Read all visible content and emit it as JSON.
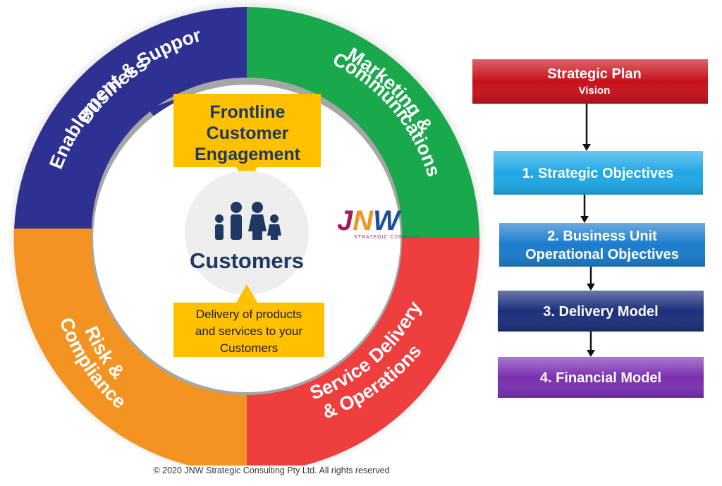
{
  "wheel": {
    "segments": [
      {
        "key": "business",
        "lines": [
          "Business",
          "Enablement & Support"
        ],
        "color": "#2e3192"
      },
      {
        "key": "marketing",
        "lines": [
          "Marketing &",
          "Communications"
        ],
        "color": "#1aa84c"
      },
      {
        "key": "service",
        "lines": [
          "Service Delivery",
          "& Operations"
        ],
        "color": "#ee3e3e"
      },
      {
        "key": "risk",
        "lines": [
          "Risk &",
          "Compliance"
        ],
        "color": "#f39422"
      }
    ],
    "center_label": "Customers",
    "top_callout": [
      "Frontline",
      "Customer",
      "Engagement"
    ],
    "bottom_callout": [
      "Delivery of products",
      "and services to your",
      "Customers"
    ],
    "callout_color": "#ffc000",
    "logo": {
      "letters": [
        "J",
        "N",
        "W"
      ],
      "tagline": "STRATEGIC CONSULTI"
    }
  },
  "flow": [
    {
      "title": [
        "Strategic Plan"
      ],
      "subtitle": "Vision",
      "color": "#c8111a"
    },
    {
      "title": [
        "1. Strategic Objectives"
      ],
      "color": "#1fa8e6"
    },
    {
      "title": [
        "2. Business Unit",
        "Operational Objectives"
      ],
      "color": "#1b7ccd"
    },
    {
      "title": [
        "3. Delivery Model"
      ],
      "color": "#1c2f7a"
    },
    {
      "title": [
        "4. Financial Model"
      ],
      "color": "#7b30b0"
    }
  ],
  "footer": {
    "copyright": "© 2020 JNW Strategic Consulting Pty Ltd. All rights reserved"
  }
}
